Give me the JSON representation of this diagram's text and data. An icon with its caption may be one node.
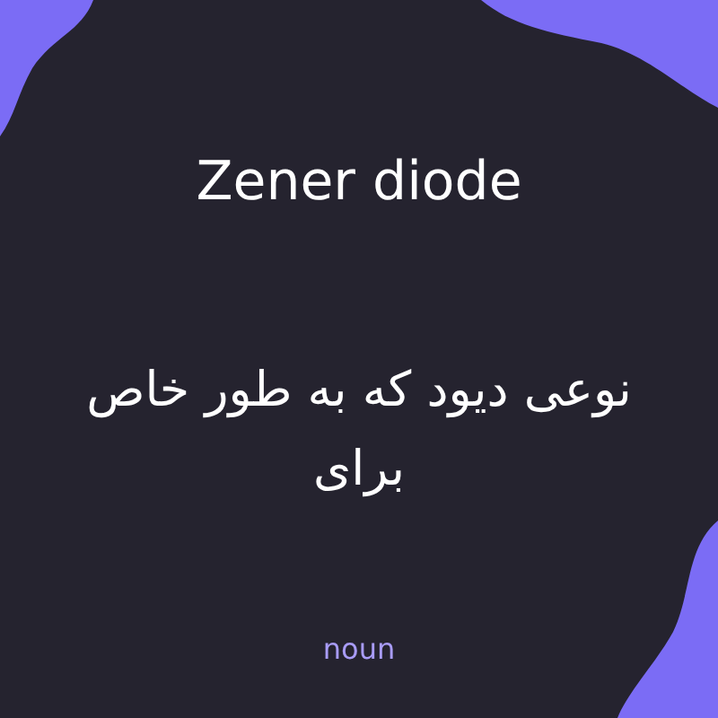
{
  "diagram": {
    "title": "Zener diode",
    "labels": [
      "نوعی دیود که به طور خاص برای",
      "noun"
    ]
  }
}
